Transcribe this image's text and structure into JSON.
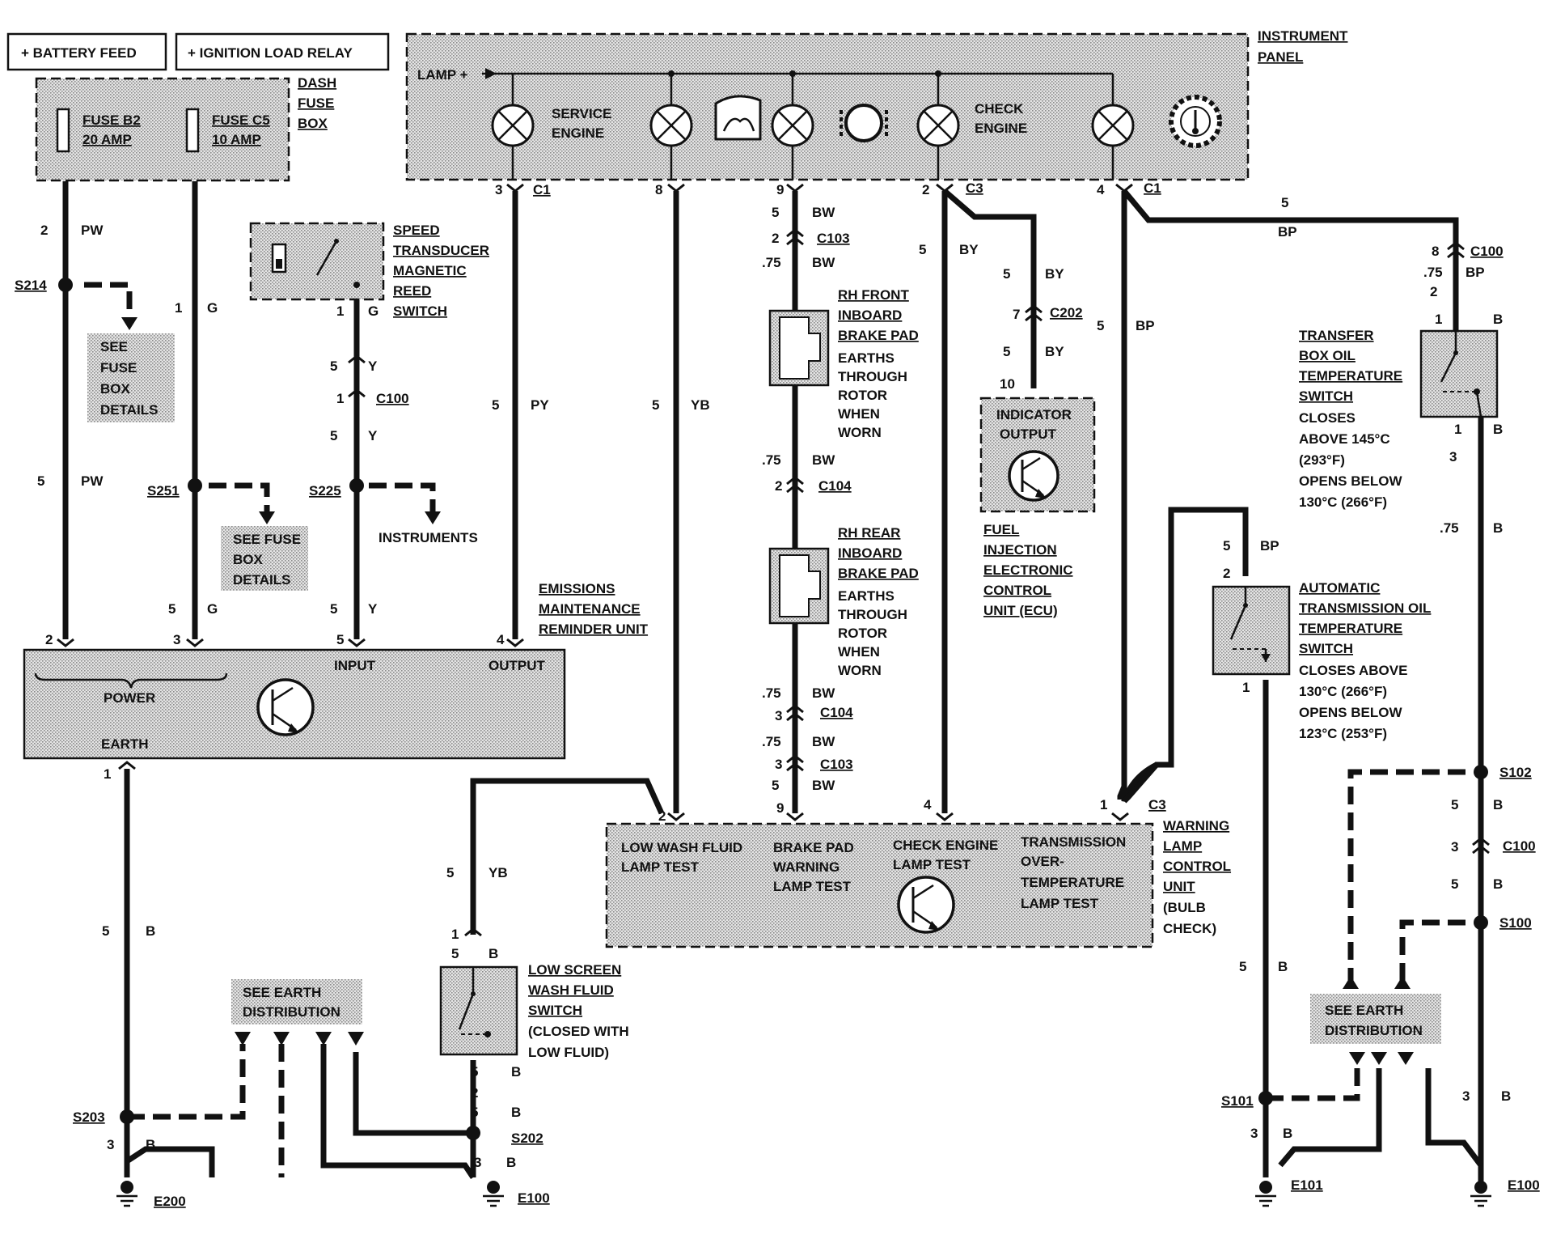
{
  "header": {
    "battery_feed": "+ BATTERY FEED",
    "ignition_load_relay": "+ IGNITION LOAD RELAY",
    "instrument_panel": [
      "INSTRUMENT",
      "PANEL"
    ]
  },
  "dash_fuse_box": {
    "label": [
      "DASH",
      "FUSE",
      "BOX"
    ],
    "fuse_b2": [
      "FUSE B2",
      "20 AMP"
    ],
    "fuse_c5": [
      "FUSE C5",
      "10 AMP"
    ]
  },
  "instrument_panel": {
    "lamp_plus": "LAMP +",
    "service_engine": [
      "SERVICE",
      "ENGINE"
    ],
    "check_engine": [
      "CHECK",
      "ENGINE"
    ]
  },
  "speed_transducer": [
    "SPEED",
    "TRANSDUCER",
    "MAGNETIC",
    "REED",
    "SWITCH"
  ],
  "emissions_unit": {
    "label": [
      "EMISSIONS",
      "MAINTENANCE",
      "REMINDER UNIT"
    ],
    "power": "POWER",
    "earth": "EARTH",
    "input": "INPUT",
    "output": "OUTPUT"
  },
  "notes": {
    "see_fuse_box_1": [
      "SEE",
      "FUSE",
      "BOX",
      "DETAILS"
    ],
    "see_fuse_box_2": [
      "SEE FUSE",
      "BOX",
      "DETAILS"
    ],
    "instruments": "INSTRUMENTS",
    "see_earth_1": [
      "SEE EARTH",
      "DISTRIBUTION"
    ],
    "see_earth_2": [
      "SEE EARTH",
      "DISTRIBUTION"
    ]
  },
  "brake_pads": {
    "front": [
      "RH FRONT",
      "INBOARD",
      "BRAKE PAD"
    ],
    "rear": [
      "RH REAR",
      "INBOARD",
      "BRAKE PAD"
    ],
    "desc": [
      "EARTHS",
      "THROUGH",
      "ROTOR",
      "WHEN",
      "WORN"
    ]
  },
  "ecu": {
    "box": [
      "INDICATOR",
      "OUTPUT"
    ],
    "label": [
      "FUEL",
      "INJECTION",
      "ELECTRONIC",
      "CONTROL",
      "UNIT (ECU)"
    ]
  },
  "transfer_switch": [
    "TRANSFER",
    "BOX OIL",
    "TEMPERATURE",
    "SWITCH",
    "CLOSES",
    "ABOVE 145°C",
    "(293°F)",
    "OPENS BELOW",
    "130°C (266°F)"
  ],
  "auto_trans_switch": [
    "AUTOMATIC",
    "TRANSMISSION OIL",
    "TEMPERATURE",
    "SWITCH",
    "CLOSES ABOVE",
    "130°C (266°F)",
    "OPENS BELOW",
    "123°C (253°F)"
  ],
  "warning_unit": {
    "label": [
      "WARNING",
      "LAMP",
      "CONTROL",
      "UNIT",
      "(BULB",
      "CHECK)"
    ],
    "low_wash": [
      "LOW WASH FLUID",
      "LAMP TEST"
    ],
    "brake_pad": [
      "BRAKE PAD",
      "WARNING",
      "LAMP TEST"
    ],
    "check_engine": [
      "CHECK ENGINE",
      "LAMP TEST"
    ],
    "transmission": [
      "TRANSMISSION",
      "OVER-",
      "TEMPERATURE",
      "LAMP TEST"
    ]
  },
  "low_screen_switch": [
    "LOW SCREEN",
    "WASH FLUID",
    "SWITCH",
    "(CLOSED WITH",
    "LOW FLUID)"
  ],
  "splices": {
    "s214": "S214",
    "s251": "S251",
    "s225": "S225",
    "s203": "S203",
    "s202": "S202",
    "s101": "S101",
    "s102": "S102",
    "s100": "S100"
  },
  "connectors": {
    "c1": "C1",
    "c3": "C3",
    "c103": "C103",
    "c104": "C104",
    "c202": "C202",
    "c100": "C100"
  },
  "earths": {
    "e200": "E200",
    "e100": "E100",
    "e101": "E101"
  },
  "wire_sizes": {
    "p2": "2",
    "p3": "3",
    "p5": "5",
    "p75": ".75",
    "one": "1",
    "two": "2",
    "three": "3",
    "four": "4",
    "seven": "7",
    "eight": "8",
    "nine": "9",
    "ten": "10"
  },
  "colors": {
    "pw": "PW",
    "g": "G",
    "y": "Y",
    "py": "PY",
    "yb": "YB",
    "bw": "BW",
    "by": "BY",
    "bp": "BP",
    "b": "B"
  }
}
